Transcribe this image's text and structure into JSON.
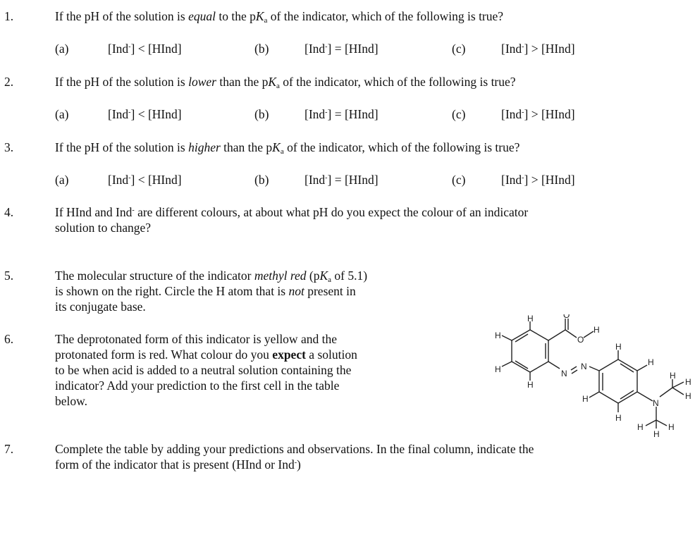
{
  "questions": [
    {
      "number": "1.",
      "pre": "If the pH of the solution is ",
      "em": "equal",
      "mid": " to the p",
      "k": "K",
      "a": "a",
      "post": " of the indicator, which of the following is true?",
      "options": [
        {
          "label": "(a)",
          "left": "[Ind",
          "sup": "-",
          "right": "] < [HInd]"
        },
        {
          "label": "(b)",
          "left": "[Ind",
          "sup": "-",
          "right": "] = [HInd]"
        },
        {
          "label": "(c)",
          "left": "[Ind",
          "sup": "-",
          "right": "] > [HInd]"
        }
      ]
    },
    {
      "number": "2.",
      "pre": "If the pH of the solution is ",
      "em": "lower",
      "mid": " than the p",
      "k": "K",
      "a": "a",
      "post": " of the indicator, which of the following is true?",
      "options": [
        {
          "label": "(a)",
          "left": "[Ind",
          "sup": "-",
          "right": "] < [HInd]"
        },
        {
          "label": "(b)",
          "left": "[Ind",
          "sup": "-",
          "right": "] = [HInd]"
        },
        {
          "label": "(c)",
          "left": "[Ind",
          "sup": "-",
          "right": "] > [HInd]"
        }
      ]
    },
    {
      "number": "3.",
      "pre": "If the pH of the solution is ",
      "em": "higher",
      "mid": " than the p",
      "k": "K",
      "a": "a",
      "post": " of the indicator, which of the following is true?",
      "options": [
        {
          "label": "(a)",
          "left": "[Ind",
          "sup": "-",
          "right": "] < [HInd]"
        },
        {
          "label": "(b)",
          "left": "[Ind",
          "sup": "-",
          "right": "] = [HInd]"
        },
        {
          "label": "(c)",
          "left": "[Ind",
          "sup": "-",
          "right": "] > [HInd]"
        }
      ]
    }
  ],
  "q4": {
    "number": "4.",
    "line1_pre": "If HInd and Ind",
    "line1_sup": "-",
    "line1_post": " are different colours, at about what pH do you expect the colour of an indicator",
    "line2": "solution to change?"
  },
  "q5": {
    "number": "5.",
    "l1_pre": "The molecular structure of the indicator ",
    "l1_em": "methyl red",
    "l1_mid": " (p",
    "l1_k": "K",
    "l1_a": "a",
    "l1_post": " of 5.1)",
    "l2_pre": "is shown on the right. Circle the H atom that is ",
    "l2_em": "not",
    "l2_post": " present in",
    "l3": "its conjugate base."
  },
  "q6": {
    "number": "6.",
    "l1": "The deprotonated form of this indicator is yellow and the",
    "l2_pre": "protonated form is red. What colour do you ",
    "l2_bold": "expect",
    "l2_post": " a solution",
    "l3": "to be when acid is added to a neutral solution containing the",
    "l4": "indicator? Add your prediction to the first cell in the table",
    "l5": "below."
  },
  "q7": {
    "number": "7.",
    "l1": "Complete the table by adding your predictions and observations. In the final column, indicate the",
    "l2_pre": "form of the indicator that is present (HInd or Ind",
    "l2_sup": "-",
    "l2_post": ")"
  },
  "molecule": {
    "atoms": {
      "H": "H",
      "O": "O",
      "N": "N"
    }
  }
}
